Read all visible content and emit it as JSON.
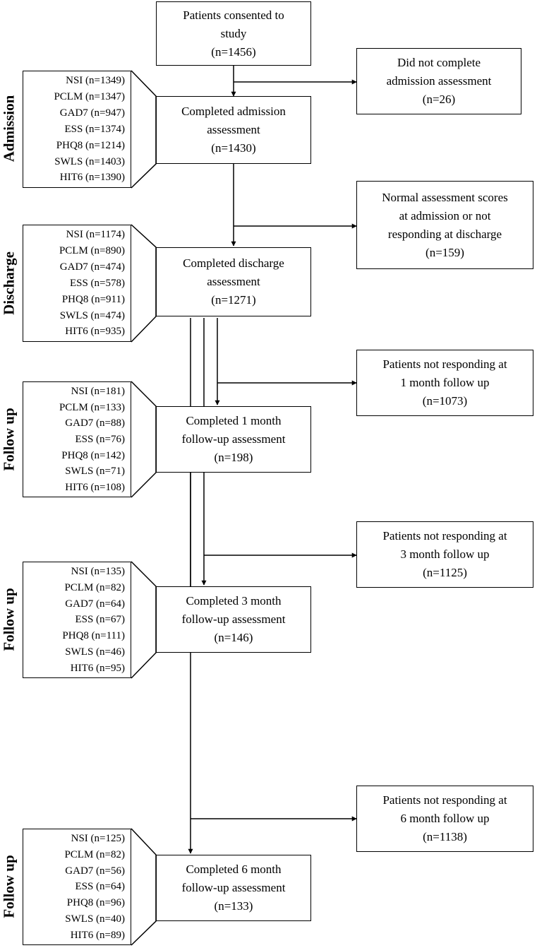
{
  "main": {
    "consented": [
      "Patients consented to",
      "study",
      "(n=1456)"
    ],
    "admission": [
      "Completed admission",
      "assessment",
      "(n=1430)"
    ],
    "discharge": [
      "Completed discharge",
      "assessment",
      "(n=1271)"
    ],
    "fu1": [
      "Completed 1 month",
      "follow-up assessment",
      "(n=198)"
    ],
    "fu3": [
      "Completed 3 month",
      "follow-up assessment",
      "(n=146)"
    ],
    "fu6": [
      "Completed 6 month",
      "follow-up assessment",
      "(n=133)"
    ]
  },
  "excluded": {
    "admission": [
      "Did not complete",
      "admission assessment",
      "(n=26)"
    ],
    "discharge": [
      "Normal assessment scores",
      "at admission or not",
      "responding at discharge",
      "(n=159)"
    ],
    "fu1": [
      "Patients not responding at",
      "1 month follow up",
      "(n=1073)"
    ],
    "fu3": [
      "Patients not responding at",
      "3 month follow up",
      "(n=1125)"
    ],
    "fu6": [
      "Patients not responding at",
      "6 month follow up",
      "(n=1138)"
    ]
  },
  "stages": {
    "admission": {
      "label": "Admission",
      "items": [
        "NSI (n=1349)",
        "PCLM (n=1347)",
        "GAD7 (n=947)",
        "ESS (n=1374)",
        "PHQ8 (n=1214)",
        "SWLS (n=1403)",
        "HIT6 (n=1390)"
      ]
    },
    "discharge": {
      "label": "Discharge",
      "items": [
        "NSI (n=1174)",
        "PCLM (n=890)",
        "GAD7 (n=474)",
        "ESS (n=578)",
        "PHQ8 (n=911)",
        "SWLS (n=474)",
        "HIT6 (n=935)"
      ]
    },
    "fu1": {
      "label": "Follow up",
      "items": [
        "NSI (n=181)",
        "PCLM (n=133)",
        "GAD7 (n=88)",
        "ESS (n=76)",
        "PHQ8 (n=142)",
        "SWLS (n=71)",
        "HIT6 (n=108)"
      ]
    },
    "fu3": {
      "label": "Follow up",
      "items": [
        "NSI (n=135)",
        "PCLM (n=82)",
        "GAD7 (n=64)",
        "ESS (n=67)",
        "PHQ8 (n=111)",
        "SWLS (n=46)",
        "HIT6 (n=95)"
      ]
    },
    "fu6": {
      "label": "Follow up",
      "items": [
        "NSI (n=125)",
        "PCLM (n=82)",
        "GAD7 (n=56)",
        "ESS (n=64)",
        "PHQ8 (n=96)",
        "SWLS (n=40)",
        "HIT6 (n=89)"
      ]
    }
  }
}
